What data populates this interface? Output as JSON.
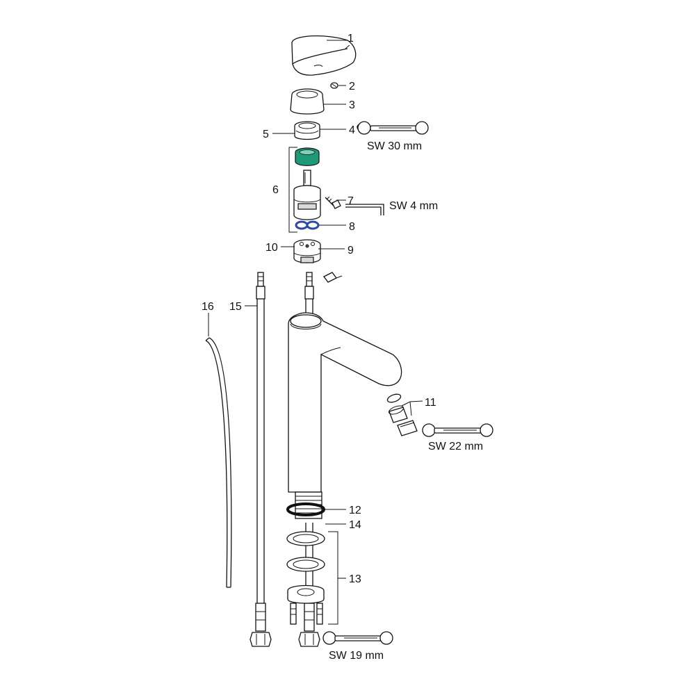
{
  "diagram": {
    "part_numbers": [
      "1",
      "2",
      "3",
      "4",
      "5",
      "6",
      "7",
      "8",
      "9",
      "10",
      "11",
      "12",
      "13",
      "14",
      "15",
      "16"
    ],
    "wrench_sizes": {
      "sw30": "SW 30 mm",
      "sw4": "SW 4 mm",
      "sw22": "SW 22 mm",
      "sw19": "SW 19 mm"
    },
    "colors": {
      "cartridge_top": "#1f9a78",
      "o_ring": "#2a4aa6",
      "line": "#111111"
    }
  }
}
